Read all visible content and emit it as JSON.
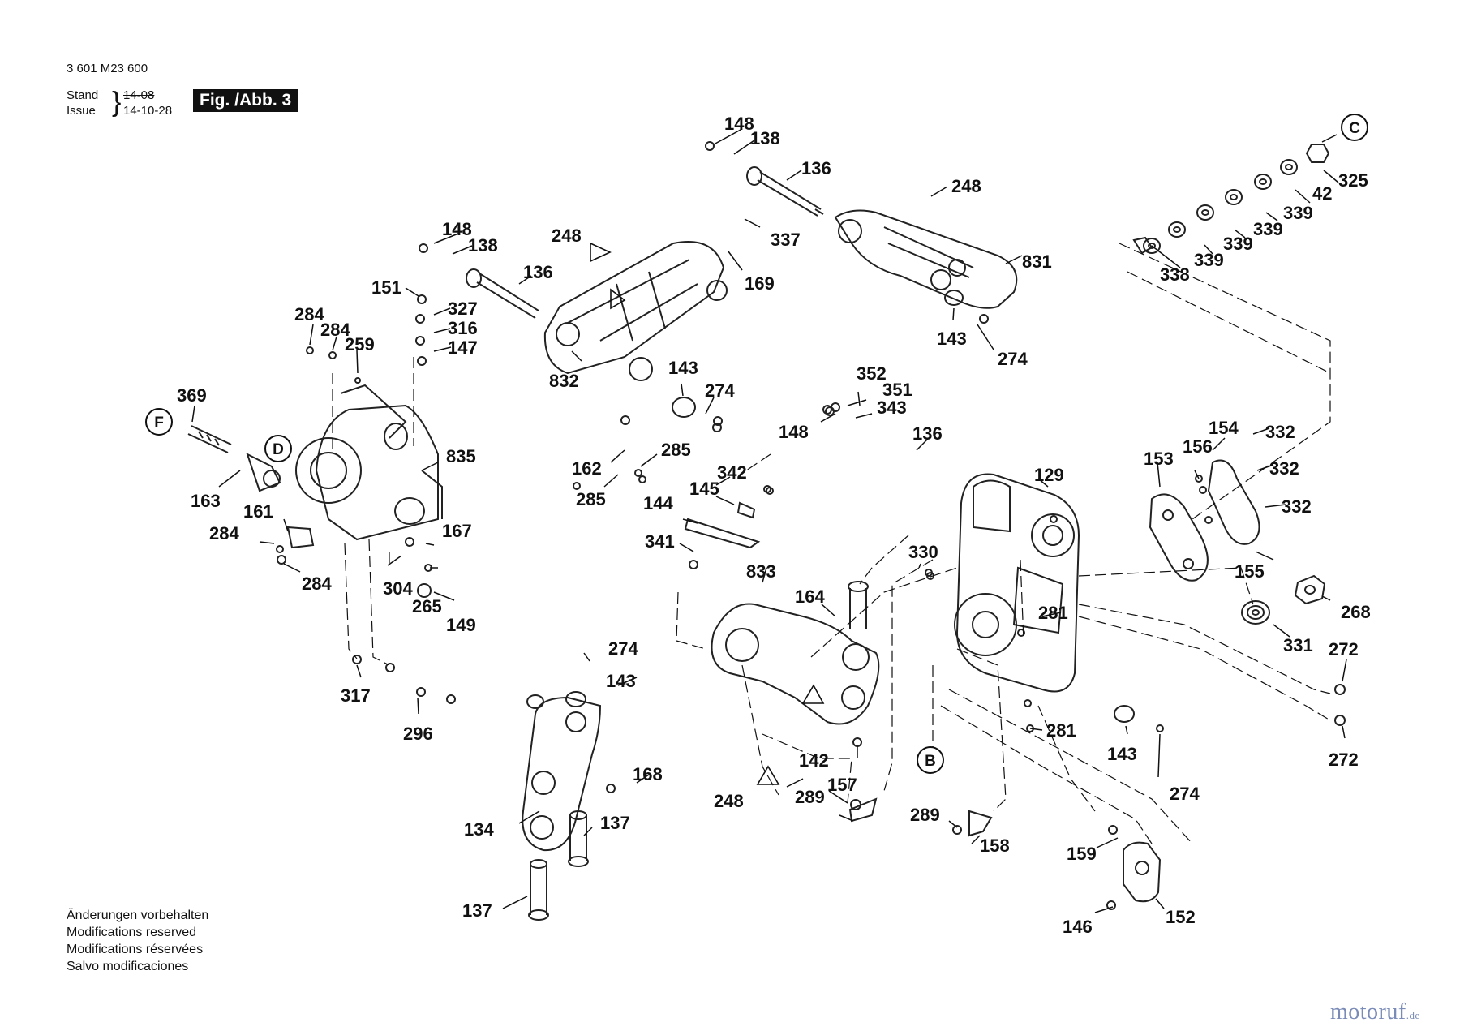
{
  "header": {
    "doc_number": "3 601 M23 600",
    "stand_label": "Stand",
    "issue_label": "Issue",
    "stand_date": "14-08",
    "issue_date": "14-10-28",
    "figure": "Fig. /Abb. 3"
  },
  "notes": [
    "Änderungen vorbehalten",
    "Modifications reserved",
    "Modifications réservées",
    "Salvo modificaciones"
  ],
  "brand": {
    "name": "motoruf",
    "tld": ".de"
  },
  "view_markers": [
    "C",
    "F",
    "D",
    "B"
  ],
  "part_labels": [
    "148",
    "138",
    "136",
    "337",
    "169",
    "248",
    "831",
    "143",
    "274",
    "148",
    "138",
    "136",
    "248",
    "832",
    "143",
    "274",
    "151",
    "327",
    "316",
    "147",
    "284",
    "284",
    "259",
    "369",
    "163",
    "835",
    "161",
    "284",
    "284",
    "167",
    "304",
    "265",
    "149",
    "317",
    "296",
    "162",
    "285",
    "285",
    "342",
    "145",
    "144",
    "341",
    "352",
    "351",
    "343",
    "148",
    "136",
    "129",
    "330",
    "833",
    "164",
    "142",
    "248",
    "157",
    "289",
    "289",
    "158",
    "274",
    "143",
    "168",
    "134",
    "137",
    "137",
    "325",
    "42",
    "339",
    "339",
    "339",
    "339",
    "338",
    "154",
    "153",
    "156",
    "332",
    "332",
    "332",
    "155",
    "268",
    "331",
    "281",
    "281",
    "272",
    "272",
    "143",
    "274",
    "159",
    "146",
    "152"
  ],
  "colors": {
    "ink": "#111111",
    "paper": "#ffffff",
    "brand": "#7a8bb8"
  }
}
